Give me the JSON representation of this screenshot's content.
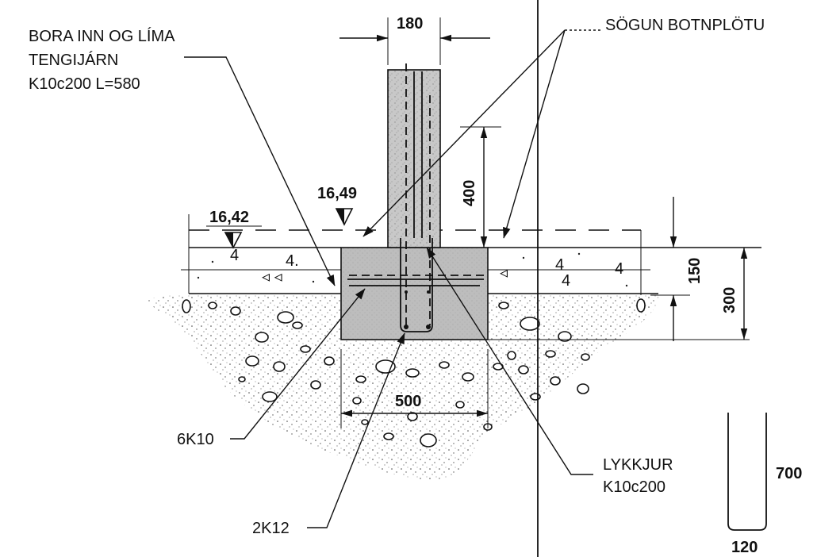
{
  "labels": {
    "bora_line1": "BORA INN OG LÍMA",
    "bora_line2": "TENGIJÁRN",
    "bora_line3": "K10c200 L=580",
    "sogun": "SÖGUN BOTNPLÖTU",
    "six_k10": "6K10",
    "two_k12": "2K12",
    "lykkjur_line1": "LYKKJUR",
    "lykkjur_line2": "K10c200"
  },
  "dimensions": {
    "wall_width": "180",
    "height_400": "400",
    "slab_150": "150",
    "depth_300": "300",
    "footing_500": "500",
    "loop_700": "700",
    "loop_120": "120"
  },
  "levels": {
    "left": "16,42",
    "center": "16,49"
  }
}
